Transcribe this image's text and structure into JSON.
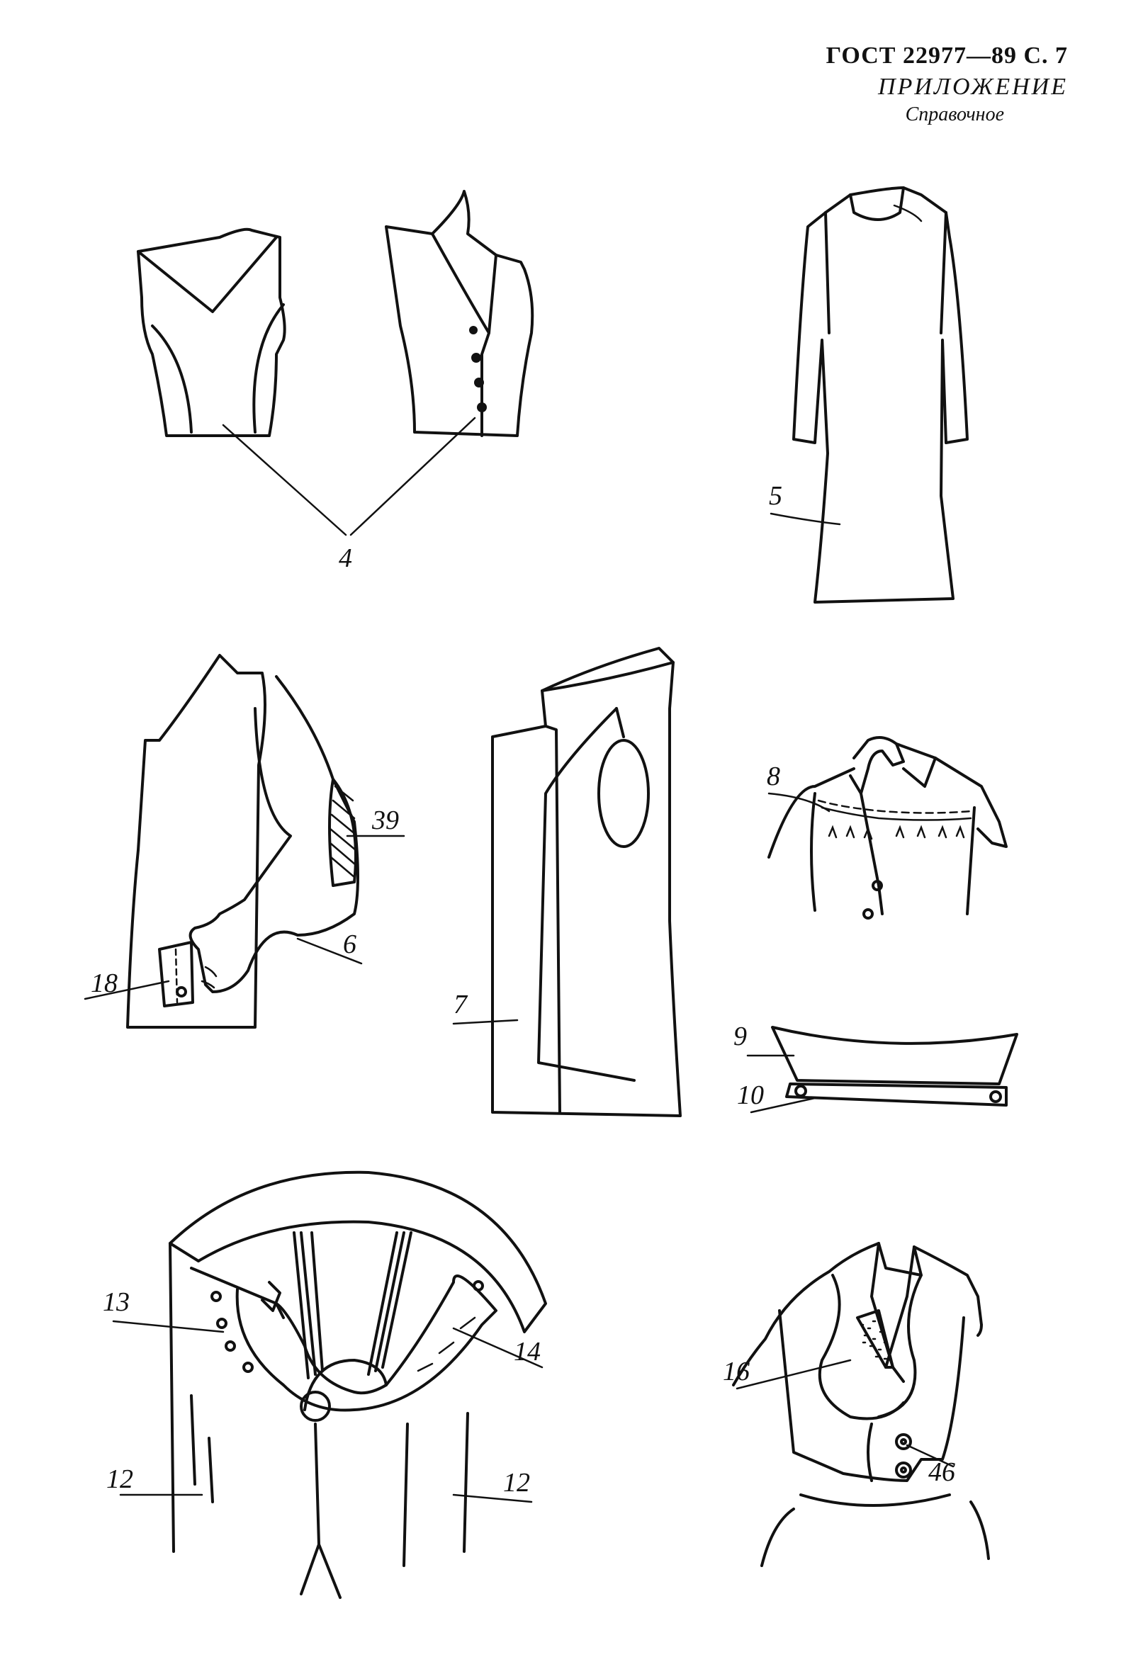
{
  "header": {
    "standard": "ГОСТ 22977—89 С. 7",
    "appendix": "ПРИЛОЖЕНИЕ",
    "reference": "Справочное"
  },
  "callouts": {
    "vest_front": "4",
    "dress": "5",
    "sleeve": "6",
    "jacket": "7",
    "yoke": "8",
    "collar": "9",
    "collar_stand": "10",
    "trousers": "12",
    "waistband": "13",
    "belt": "14",
    "insert": "16",
    "cuff": "18",
    "elbow_patch": "39",
    "buttons": "46"
  }
}
